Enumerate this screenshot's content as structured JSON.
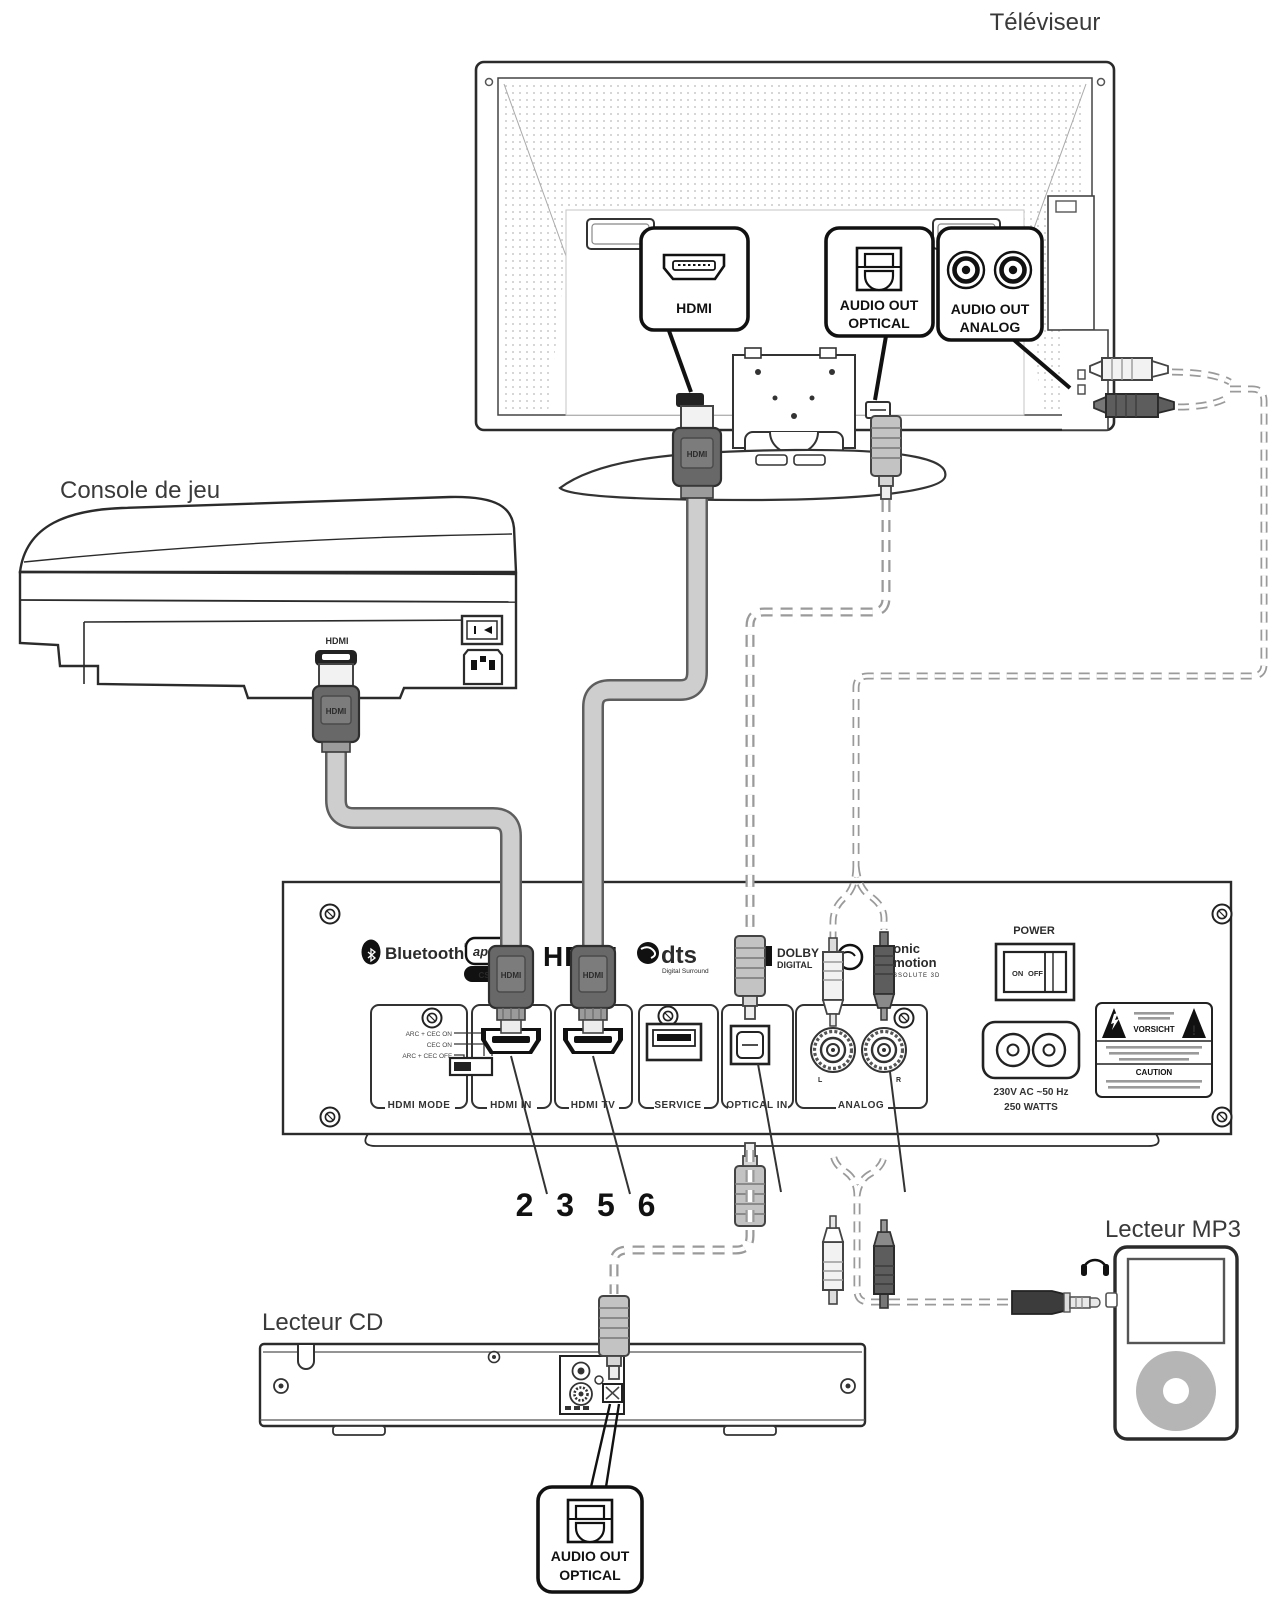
{
  "tv": {
    "title": "Téléviseur",
    "callout_hdmi": "HDMI",
    "callout_optical_line1": "AUDIO OUT",
    "callout_optical_line2": "OPTICAL",
    "callout_analog_line1": "AUDIO OUT",
    "callout_analog_line2": "ANALOG"
  },
  "console": {
    "title": "Console de jeu",
    "hdmi_port_label": "HDMI"
  },
  "soundbar": {
    "logos": {
      "bluetooth": "Bluetooth",
      "bluetooth_reg": "®",
      "aptx": "aptX",
      "csr": "CSR",
      "hdmi": "HDMI",
      "dts": "dts",
      "dts_sub": "Digital Surround",
      "dolby_line1": "DOLBY",
      "dolby_line2": "DIGITAL",
      "sonic_line1": "sonic",
      "sonic_line2": "emotion",
      "sonic_sub": "ABSOLUTE 3D"
    },
    "hdmi_mode": {
      "label": "HDMI MODE",
      "opt1": "ARC + CEC ON",
      "opt2": "CEC ON",
      "opt3": "ARC + CEC OFF"
    },
    "port_hdmi_in": "HDMI IN",
    "port_hdmi_tv": "HDMI TV",
    "port_service": "SERVICE",
    "port_optical": "OPTICAL IN",
    "port_analog": "ANALOG",
    "analog_left": "L",
    "analog_right": "R",
    "power_label": "POWER",
    "power_on": "ON",
    "power_off": "OFF",
    "rating_line1": "230V AC ~50 Hz",
    "rating_line2": "250 WATTS",
    "warning_de": "VORSICHT",
    "warning_en": "CAUTION",
    "steps": "2 3 5 6"
  },
  "cd": {
    "title": "Lecteur CD",
    "callout_line1": "AUDIO OUT",
    "callout_line2": "OPTICAL"
  },
  "mp3": {
    "title": "Lecteur MP3"
  }
}
